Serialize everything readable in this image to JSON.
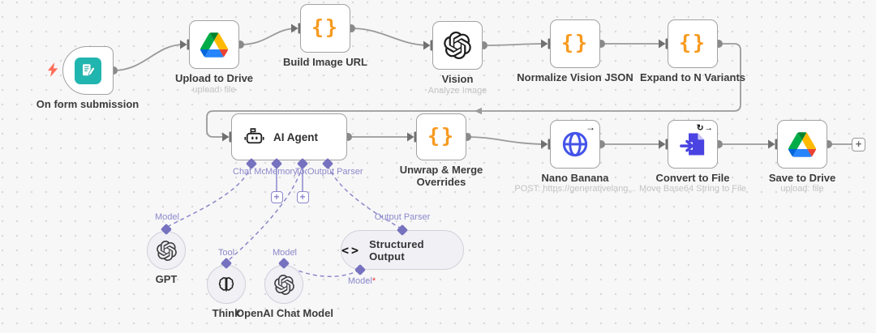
{
  "canvas": {
    "add_button": "+"
  },
  "icons": {
    "code_glyph": "{}",
    "structured_glyph": "<>",
    "plus": "+",
    "nano_corner": "→",
    "convert_corner": "↻→"
  },
  "colors": {
    "accent_purple": "#7672bf",
    "code_orange": "#f79a1f",
    "edge_gray": "#9a9a9a",
    "trigger_teal": "#21b5b0",
    "http_blue": "#4353e9",
    "file_indigo": "#4a43e2",
    "bolt_red": "#ff6d5a"
  },
  "nodes": {
    "trigger": {
      "label": "On form submission"
    },
    "upload": {
      "label": "Upload to Drive",
      "subtitle": "upload: file"
    },
    "build": {
      "label": "Build Image URL"
    },
    "vision": {
      "label": "Vision",
      "subtitle": "Analyze Image"
    },
    "normalize": {
      "label": "Normalize Vision JSON"
    },
    "expand": {
      "label": "Expand to N Variants"
    },
    "agent": {
      "label": "AI Agent",
      "ports": {
        "chat_model": "Chat Model",
        "memory": "Memory",
        "tool": "Tool",
        "output_parser": "Output Parser"
      }
    },
    "unwrap": {
      "label": "Unwrap & Merge Overrides"
    },
    "nano": {
      "label": "Nano Banana",
      "subtitle": "POST: https://generativelang..."
    },
    "convert": {
      "label": "Convert to File",
      "subtitle": "Move Base64 String to File"
    },
    "save": {
      "label": "Save to Drive",
      "subtitle": "upload: file"
    },
    "gpt": {
      "label": "GPT",
      "port": "Model"
    },
    "think": {
      "label": "Think",
      "port": "Tool"
    },
    "openai_chat": {
      "label": "OpenAI Chat Model",
      "port": "Model"
    },
    "structured": {
      "label": "Structured Output",
      "port_top": "Output Parser",
      "port_bottom": "Model",
      "required_mark": "*"
    }
  }
}
